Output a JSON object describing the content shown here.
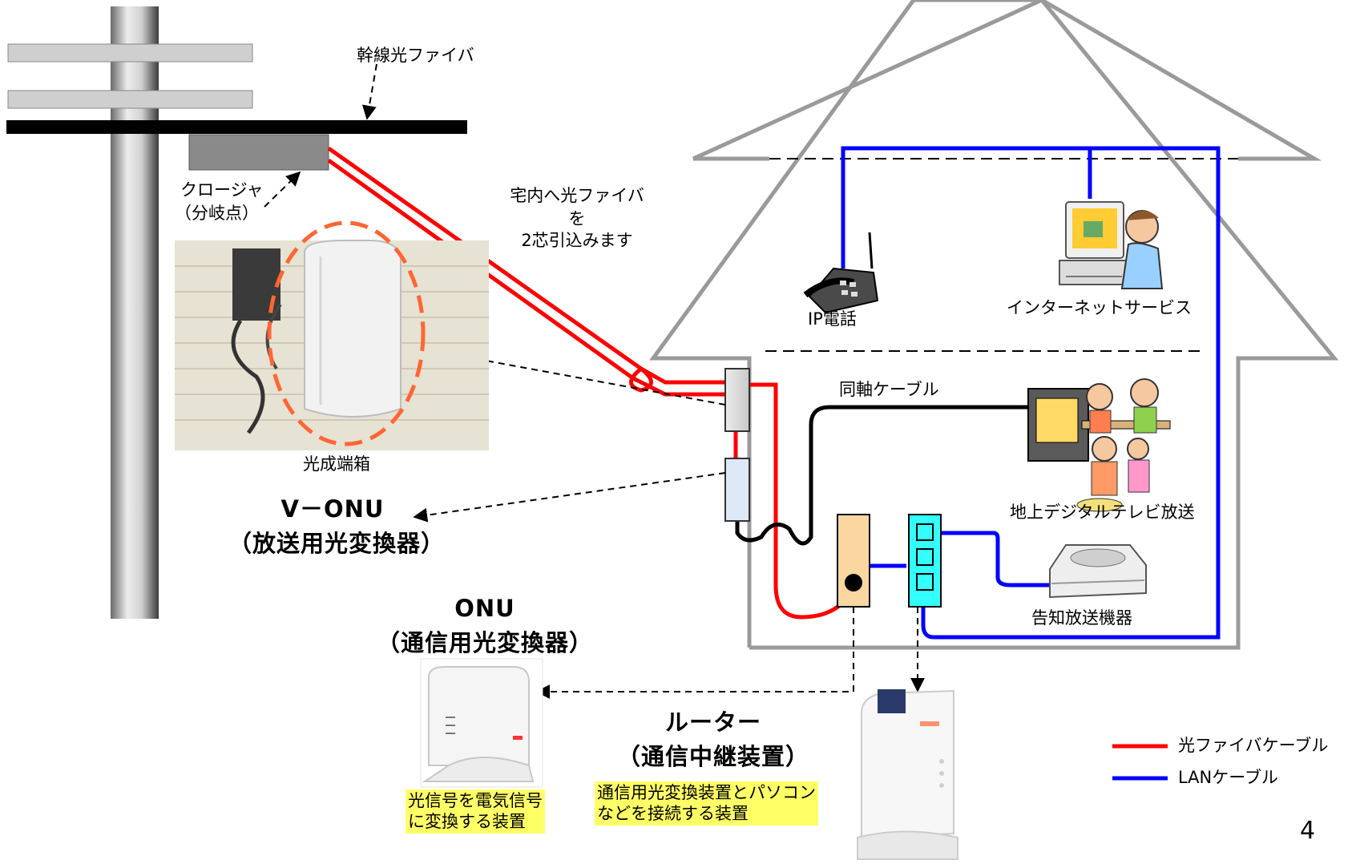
{
  "labels": {
    "trunk_fiber": "幹線光ファイバ",
    "closure_line1": "クロージャ",
    "closure_line2": "（分岐点）",
    "drop_line1": "宅内へ光ファイバ",
    "drop_line2": "を",
    "drop_line3": "2芯引込みます",
    "termination_box": "光成端箱",
    "vonu_line1": "V－ONU",
    "vonu_line2": "（放送用光変換器）",
    "onu_line1": "ONU",
    "onu_line2": "（通信用光変換器）",
    "onu_desc_line1": "光信号を電気信号",
    "onu_desc_line2": "に変換する装置",
    "router_line1": "ルーター",
    "router_line2": "（通信中継装置）",
    "router_desc_line1": "通信用光変換装置とパソコン",
    "router_desc_line2": "などを接続する装置",
    "ip_phone": "IP電話",
    "internet": "インターネットサービス",
    "coax": "同軸ケーブル",
    "dtv": "地上デジタルテレビ放送",
    "announce": "告知放送機器",
    "page_number": "4"
  },
  "legend": [
    {
      "label": "光ファイバケーブル",
      "color": "#ff0000"
    },
    {
      "label": "LANケーブル",
      "color": "#0000ff"
    }
  ],
  "colors": {
    "fiber": "#ff0000",
    "lan": "#0000ff",
    "coax": "#000000",
    "onu_box": "#fad7a0",
    "router_box": "#33ffff",
    "highlight": "#ffff66"
  }
}
